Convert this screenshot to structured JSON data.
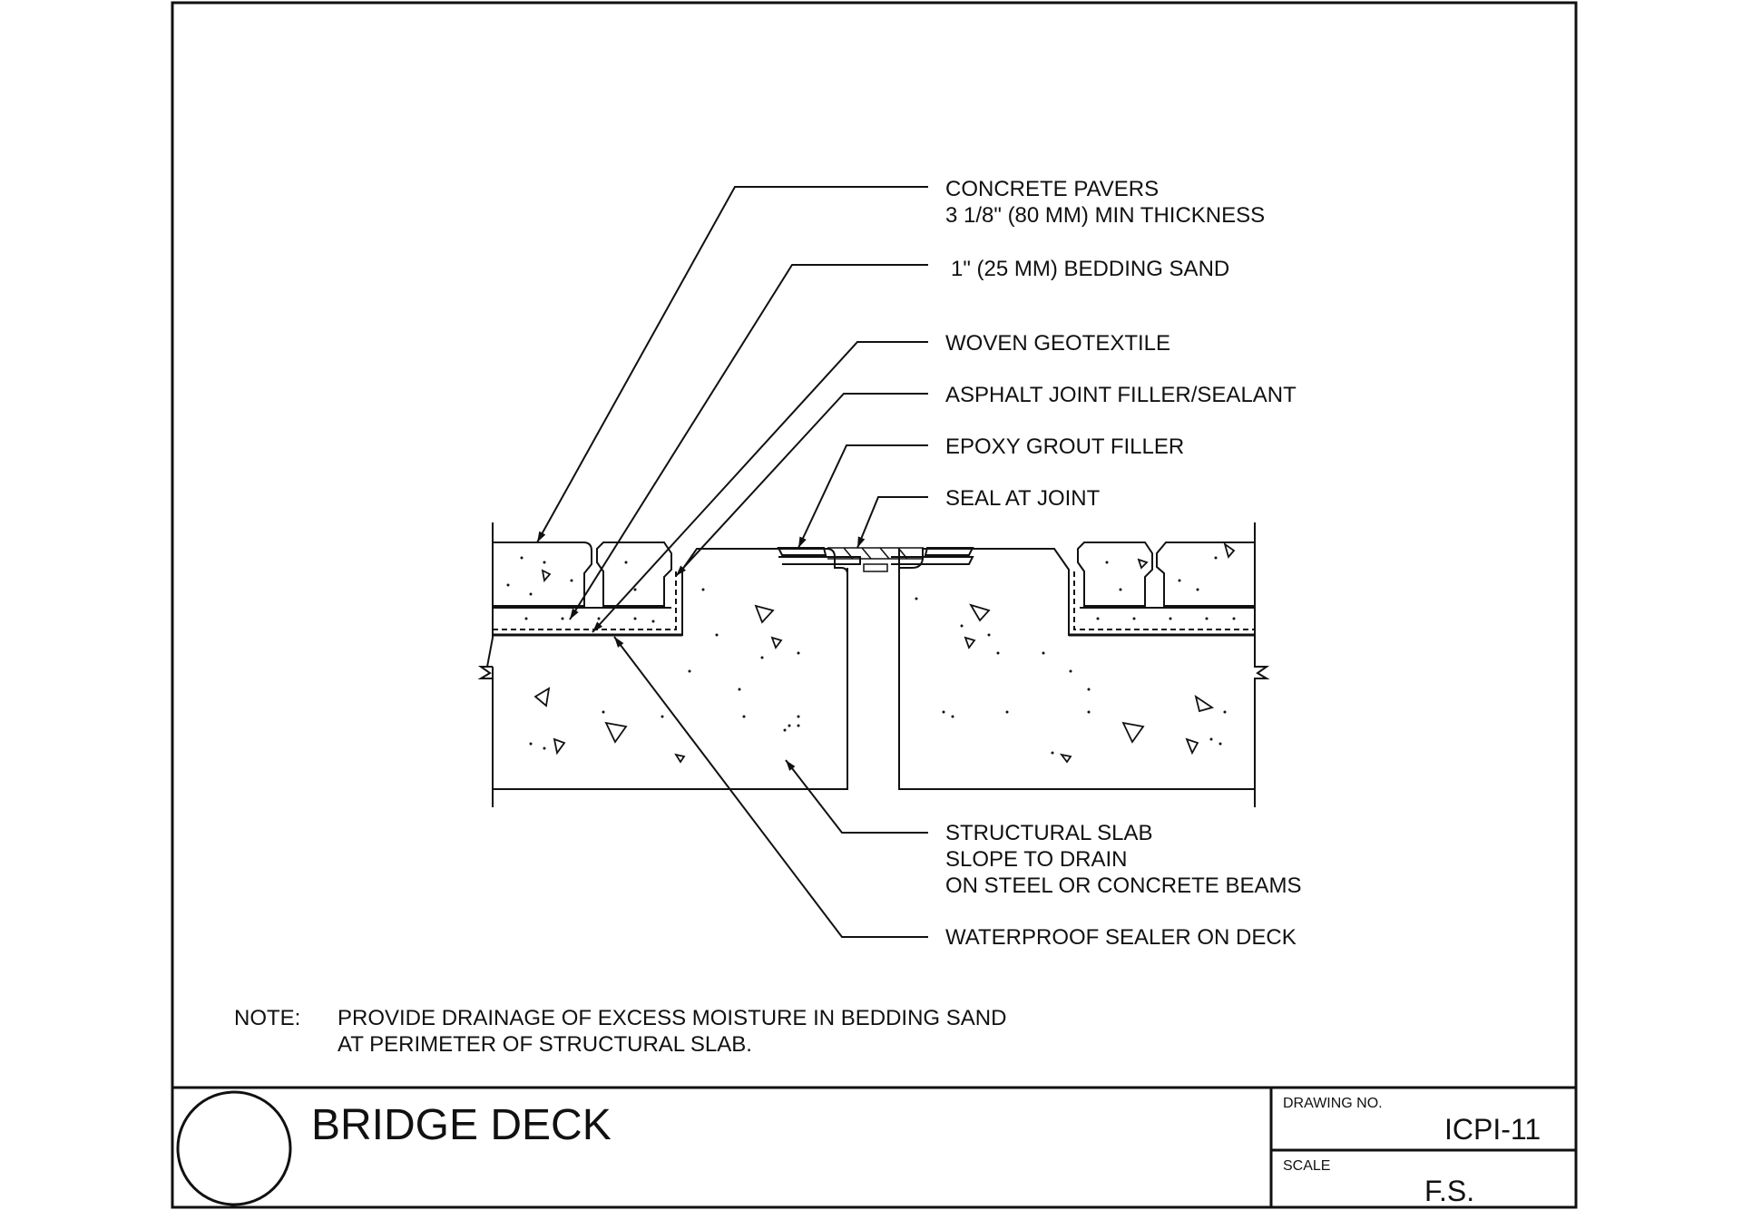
{
  "callouts": {
    "concrete_pavers": [
      "CONCRETE PAVERS",
      "3 1/8\" (80 MM) MIN THICKNESS"
    ],
    "bedding_sand": "1\" (25 MM) BEDDING SAND",
    "woven_geotextile": "WOVEN GEOTEXTILE",
    "asphalt_joint": "ASPHALT JOINT FILLER/SEALANT",
    "epoxy_grout": "EPOXY GROUT FILLER",
    "seal_at_joint": "SEAL AT JOINT",
    "structural_slab": [
      "STRUCTURAL SLAB",
      "SLOPE TO DRAIN",
      "ON STEEL OR CONCRETE BEAMS"
    ],
    "waterproof_sealer": "WATERPROOF SEALER ON DECK"
  },
  "note": {
    "label": "NOTE:",
    "lines": [
      "PROVIDE DRAINAGE OF EXCESS MOISTURE IN BEDDING SAND",
      "AT PERIMETER OF STRUCTURAL SLAB."
    ]
  },
  "title_block": {
    "title": "BRIDGE DECK",
    "drawing_no_label": "DRAWING NO.",
    "drawing_no": "ICPI-11",
    "scale_label": "SCALE",
    "scale": "F.S."
  }
}
